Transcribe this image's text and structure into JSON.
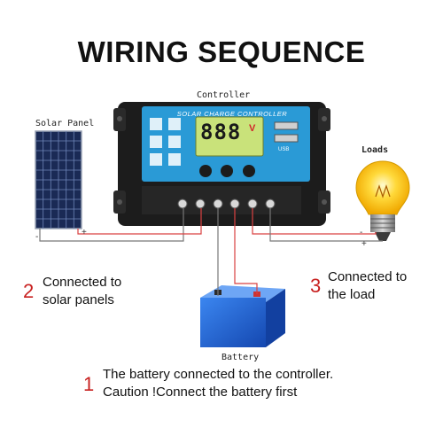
{
  "title": "WIRING SEQUENCE",
  "components": {
    "controller_label": "Controller",
    "controller_header": "SOLAR CHARGE CONTROLLER",
    "display_digits": "888",
    "display_unit": "V",
    "solar_panel_label": "Solar Panel",
    "loads_label": "Loads",
    "battery_label": "Battery",
    "usb_label": "USB"
  },
  "steps": [
    {
      "number": "1",
      "line1": "The battery connected to the controller.",
      "line2": "Caution !Connect the battery first"
    },
    {
      "number": "2",
      "line1": "Connected to",
      "line2": "solar panels"
    },
    {
      "number": "3",
      "line1": "Connected to",
      "line2": "the load"
    }
  ],
  "polarity": {
    "minus": "-",
    "plus": "+"
  },
  "colors": {
    "controller_blue": "#2a9ad6",
    "step_red": "#c8201f",
    "wire_red": "#d94040",
    "battery_blue": "#1f5fd0"
  }
}
